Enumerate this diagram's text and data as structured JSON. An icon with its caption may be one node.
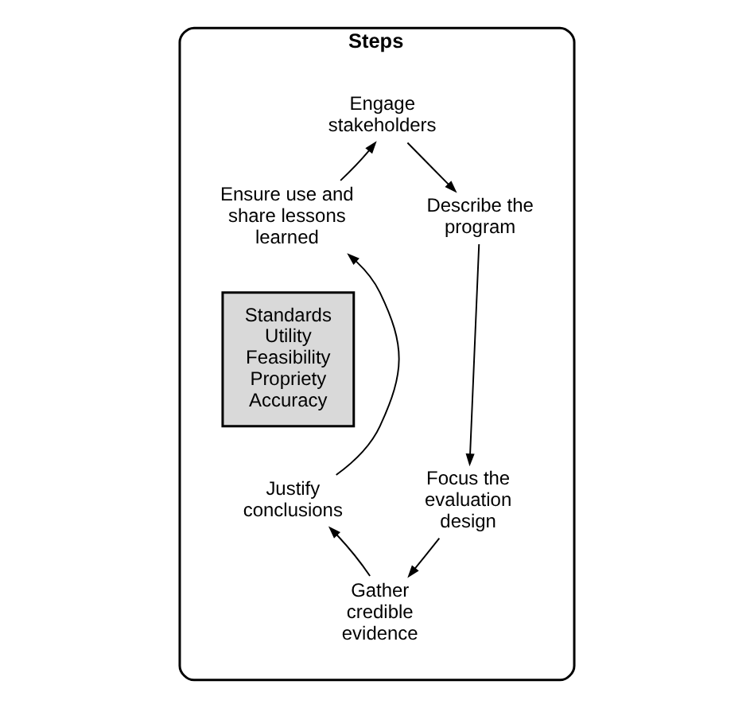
{
  "diagram": {
    "nodes": [
      {
        "text": [
          "Steps"
        ]
      },
      {
        "text": [
          "Engage stakeholders"
        ],
        "in": 0
      },
      {
        "text": [
          "Describe the program"
        ],
        "in": 0
      },
      {
        "text": [
          "Focus the evaluation design"
        ],
        "in": 0
      },
      {
        "text": [
          "Gather credible evidence"
        ],
        "in": 0
      },
      {
        "text": [
          "Justify conclusions"
        ],
        "in": 0
      },
      {
        "text": [
          "Ensure use and share lessons learned"
        ],
        "in": 0
      },
      {
        "text": [
          "Standards",
          "Utility",
          "Feasibility",
          "Propriety",
          "Accuracy"
        ],
        "in": 0
      }
    ],
    "edges": [
      {
        "from": 1,
        "to": 2,
        "arrow": "to"
      },
      {
        "from": 2,
        "to": 3,
        "arrow": "to"
      },
      {
        "from": 3,
        "to": 4,
        "arrow": "to"
      },
      {
        "from": 4,
        "to": 5,
        "arrow": "to"
      },
      {
        "from": 5,
        "to": 6,
        "arrow": "to"
      },
      {
        "from": 6,
        "to": 1,
        "arrow": "to"
      }
    ]
  }
}
